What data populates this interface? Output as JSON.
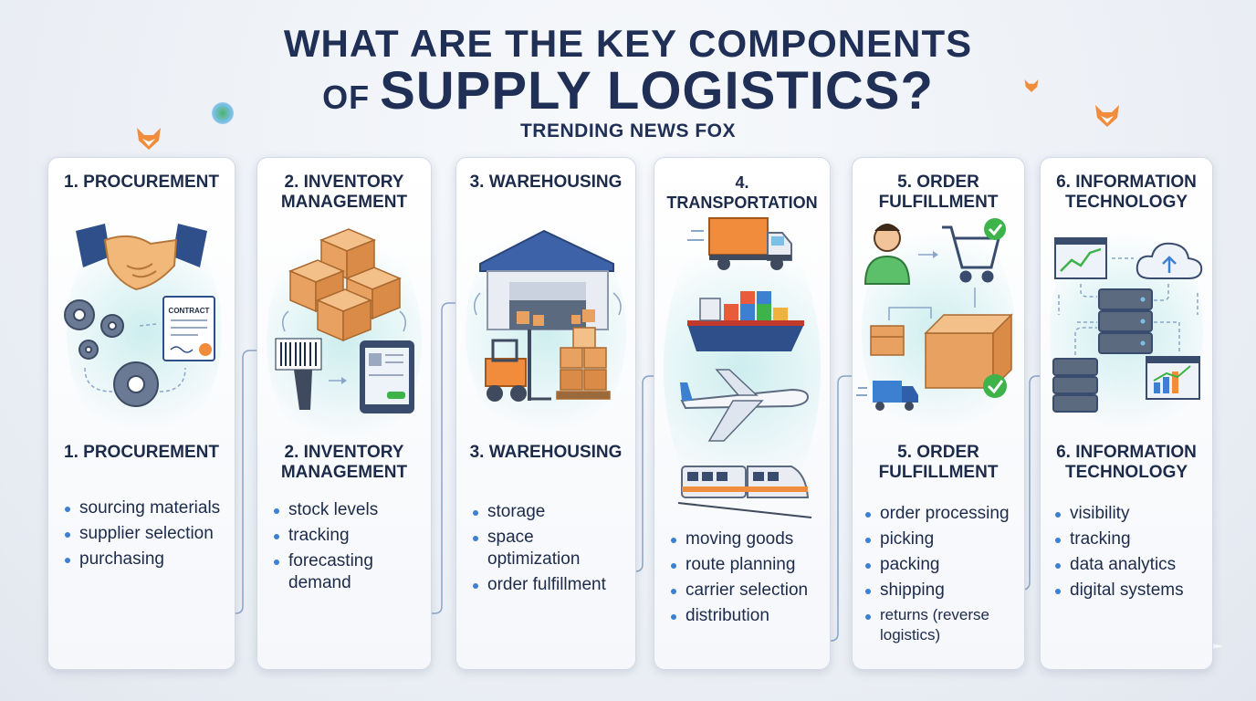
{
  "header": {
    "line1": "WHAT ARE THE KEY COMPONENTS",
    "line2_prefix": "OF ",
    "line2_main": "SUPPLY LOGISTICS?",
    "subtitle": "TRENDING NEWS FOX"
  },
  "illustration_labels": {
    "contract": "CONTRACT"
  },
  "cards": [
    {
      "title": "1. PROCUREMENT",
      "subtitle": "1. PROCUREMENT",
      "bullets": [
        "sourcing materials",
        "supplier selection",
        "purchasing"
      ]
    },
    {
      "title": "2. INVENTORY MANAGEMENT",
      "subtitle": "2. INVENTORY MANAGEMENT",
      "bullets": [
        "stock levels",
        "tracking",
        "forecasting demand"
      ]
    },
    {
      "title": "3. WAREHOUSING",
      "subtitle": "3. WAREHOUSING",
      "bullets": [
        "storage",
        "space optimization",
        "order fulfillment"
      ]
    },
    {
      "title": "4. TRANSPORTATION",
      "bullets": [
        "moving goods",
        "route planning",
        "carrier selection",
        "distribution"
      ]
    },
    {
      "title": "5. ORDER FULFILLMENT",
      "subtitle": "5. ORDER FULFILLMENT",
      "bullets": [
        "order processing",
        "picking",
        "packing",
        "shipping",
        "returns (reverse logistics)"
      ]
    },
    {
      "title": "6. INFORMATION TECHNOLOGY",
      "subtitle": "6. INFORMATION TECHNOLOGY",
      "bullets": [
        "visibility",
        "tracking",
        "data analytics",
        "digital systems"
      ]
    }
  ],
  "colors": {
    "navy": "#1f2f55",
    "accent_blue": "#3d7fd1",
    "box_orange": "#e8a160",
    "truck_orange": "#f08c3c",
    "check_green": "#3db34a"
  }
}
